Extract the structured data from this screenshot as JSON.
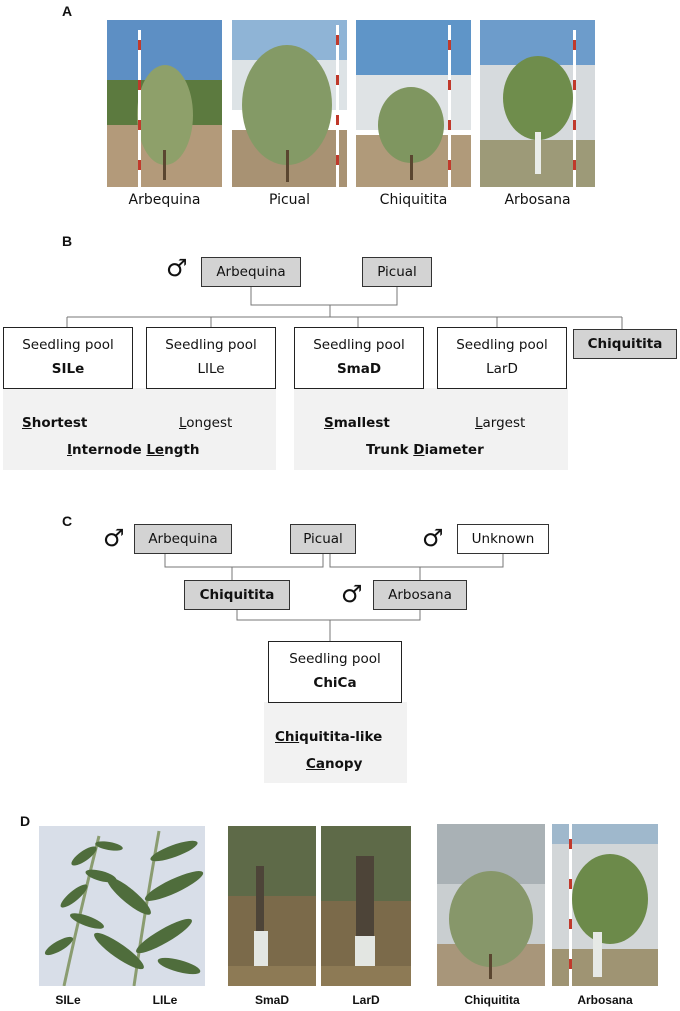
{
  "panel_a": {
    "letter": "A",
    "captions": [
      "Arbequina",
      "Picual",
      "Chiquitita",
      "Arbosana"
    ]
  },
  "panel_b": {
    "letter": "B",
    "male_symbol": "♂",
    "parents": [
      "Arbequina",
      "Picual"
    ],
    "pools": [
      {
        "line1": "Seedling pool",
        "line2": "SILe"
      },
      {
        "line1": "Seedling pool",
        "line2": "LILe"
      },
      {
        "line1": "Seedling pool",
        "line2": "SmaD"
      },
      {
        "line1": "Seedling  pool",
        "line2": "LarD"
      }
    ],
    "selection": "Chiquitita",
    "internode": {
      "shortest_first": "S",
      "shortest_rest": "hortest",
      "longest_first": "L",
      "longest_rest": "ongest",
      "title_a": "I",
      "title_b": "nternode ",
      "title_c": "Le",
      "title_d": "ngth"
    },
    "trunk": {
      "smallest_first": "S",
      "smallest_rest": "mallest",
      "largest_first": "L",
      "largest_rest": "argest",
      "title_a": "Trunk ",
      "title_b": "D",
      "title_c": "iameter"
    }
  },
  "panel_c": {
    "letter": "C",
    "male_symbol": "♂",
    "parents": [
      "Arbequina",
      "Picual",
      "Unknown"
    ],
    "chiquitita": "Chiquitita",
    "arbosana": "Arbosana",
    "pool": {
      "line1": "Seedling pool",
      "line2": "ChiCa"
    },
    "canopy": {
      "a": "Chi",
      "b": "quitita-like",
      "c": "Ca",
      "d": "nopy"
    }
  },
  "panel_d": {
    "letter": "D",
    "captions": [
      "SILe",
      "LILe",
      "SmaD",
      "LarD",
      "Chiquitita",
      "Arbosana"
    ]
  }
}
